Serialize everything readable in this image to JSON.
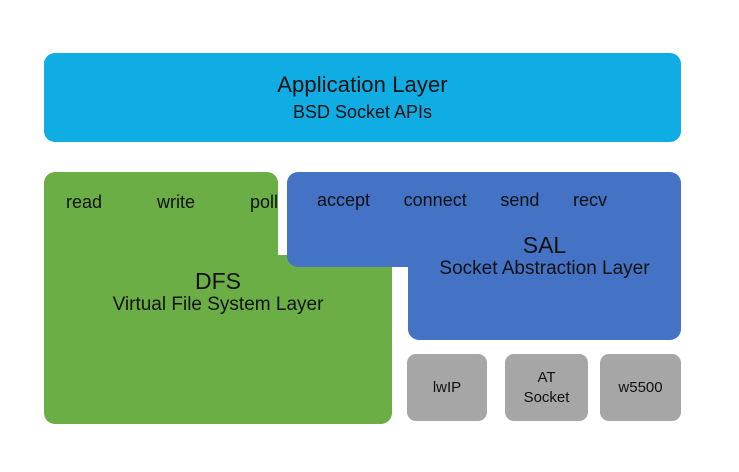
{
  "diagram": {
    "background_color": "#FFFFFF",
    "application_layer": {
      "title": "Application Layer",
      "subtitle": "BSD Socket APIs",
      "color": "#0FADE3"
    },
    "dfs_layer": {
      "name": "DFS",
      "description": "Virtual File System Layer",
      "color": "#6CAE46",
      "apis": [
        {
          "label": "read"
        },
        {
          "label": "write"
        },
        {
          "label": "poll"
        }
      ]
    },
    "sal_layer": {
      "name": "SAL",
      "description": "Socket Abstraction Layer",
      "color": "#4472C4",
      "apis": [
        {
          "label": "accept"
        },
        {
          "label": "connect"
        },
        {
          "label": "send"
        },
        {
          "label": "recv"
        }
      ]
    },
    "drivers": {
      "color": "#A6A6A6",
      "items": [
        {
          "line1": "lwIP",
          "line2": ""
        },
        {
          "line1": "AT",
          "line2": "Socket"
        },
        {
          "line1": "w5500",
          "line2": ""
        }
      ]
    }
  }
}
